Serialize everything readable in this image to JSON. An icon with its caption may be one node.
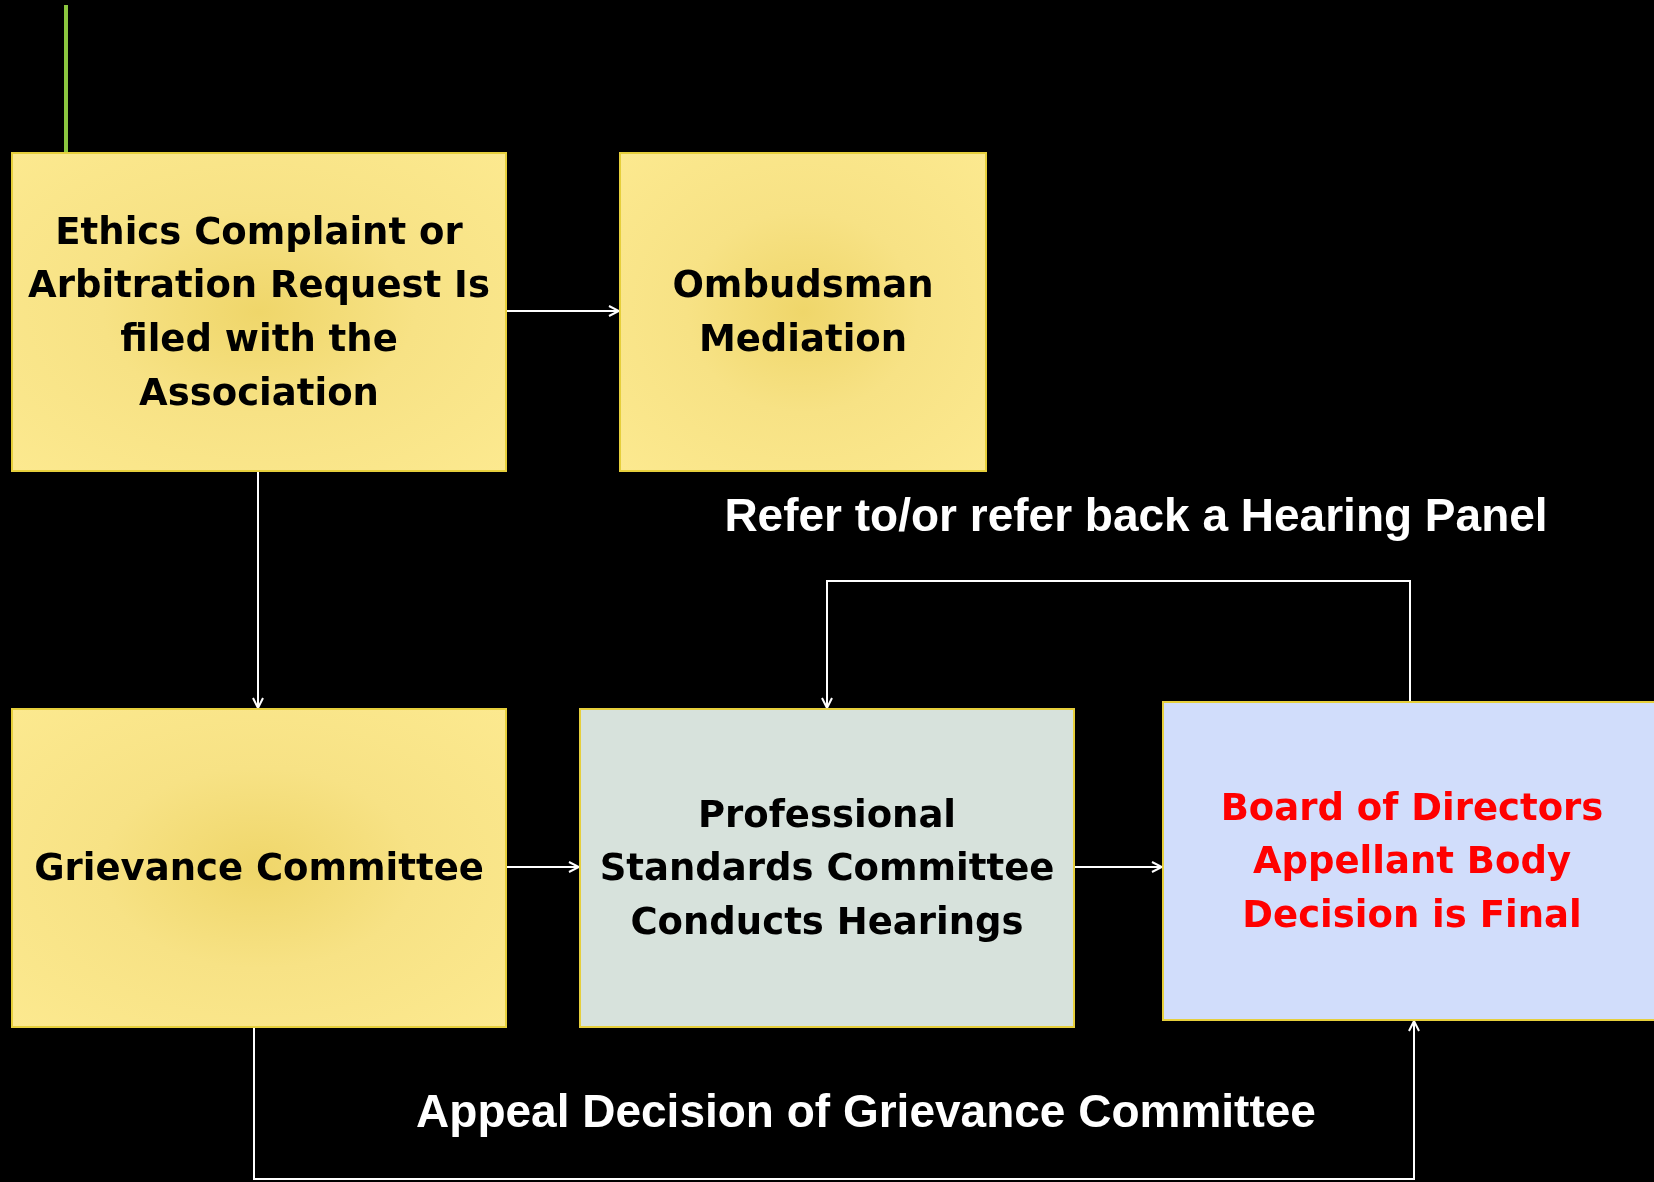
{
  "diagram": {
    "nodes": [
      {
        "text": [
          "Ethics Complaint or Arbitration Request Is filed with the Association"
        ]
      },
      {
        "text": [
          "Ombudsman Mediation"
        ]
      },
      {
        "text": [
          "Grievance Committee"
        ]
      },
      {
        "text": [
          "Professional Standards Committee Conducts Hearings"
        ]
      },
      {
        "text": [
          "Board of Directors Appellant Body Decision is Final"
        ]
      }
    ],
    "edges": [
      {
        "from": null,
        "to": 0,
        "arrow": "none",
        "color": "#8cc63f"
      },
      {
        "from": 0,
        "to": 1,
        "arrow": "to"
      },
      {
        "from": 0,
        "to": 2,
        "arrow": "to"
      },
      {
        "from": 2,
        "to": 3,
        "arrow": "to"
      },
      {
        "from": 3,
        "to": 4,
        "arrow": "to"
      },
      {
        "from": 4,
        "to": 3,
        "arrow": "to",
        "label": "Refer to/or refer back a Hearing Panel"
      },
      {
        "from": 2,
        "to": 4,
        "arrow": "to",
        "label": "Appeal Decision of Grievance Committee"
      }
    ]
  }
}
